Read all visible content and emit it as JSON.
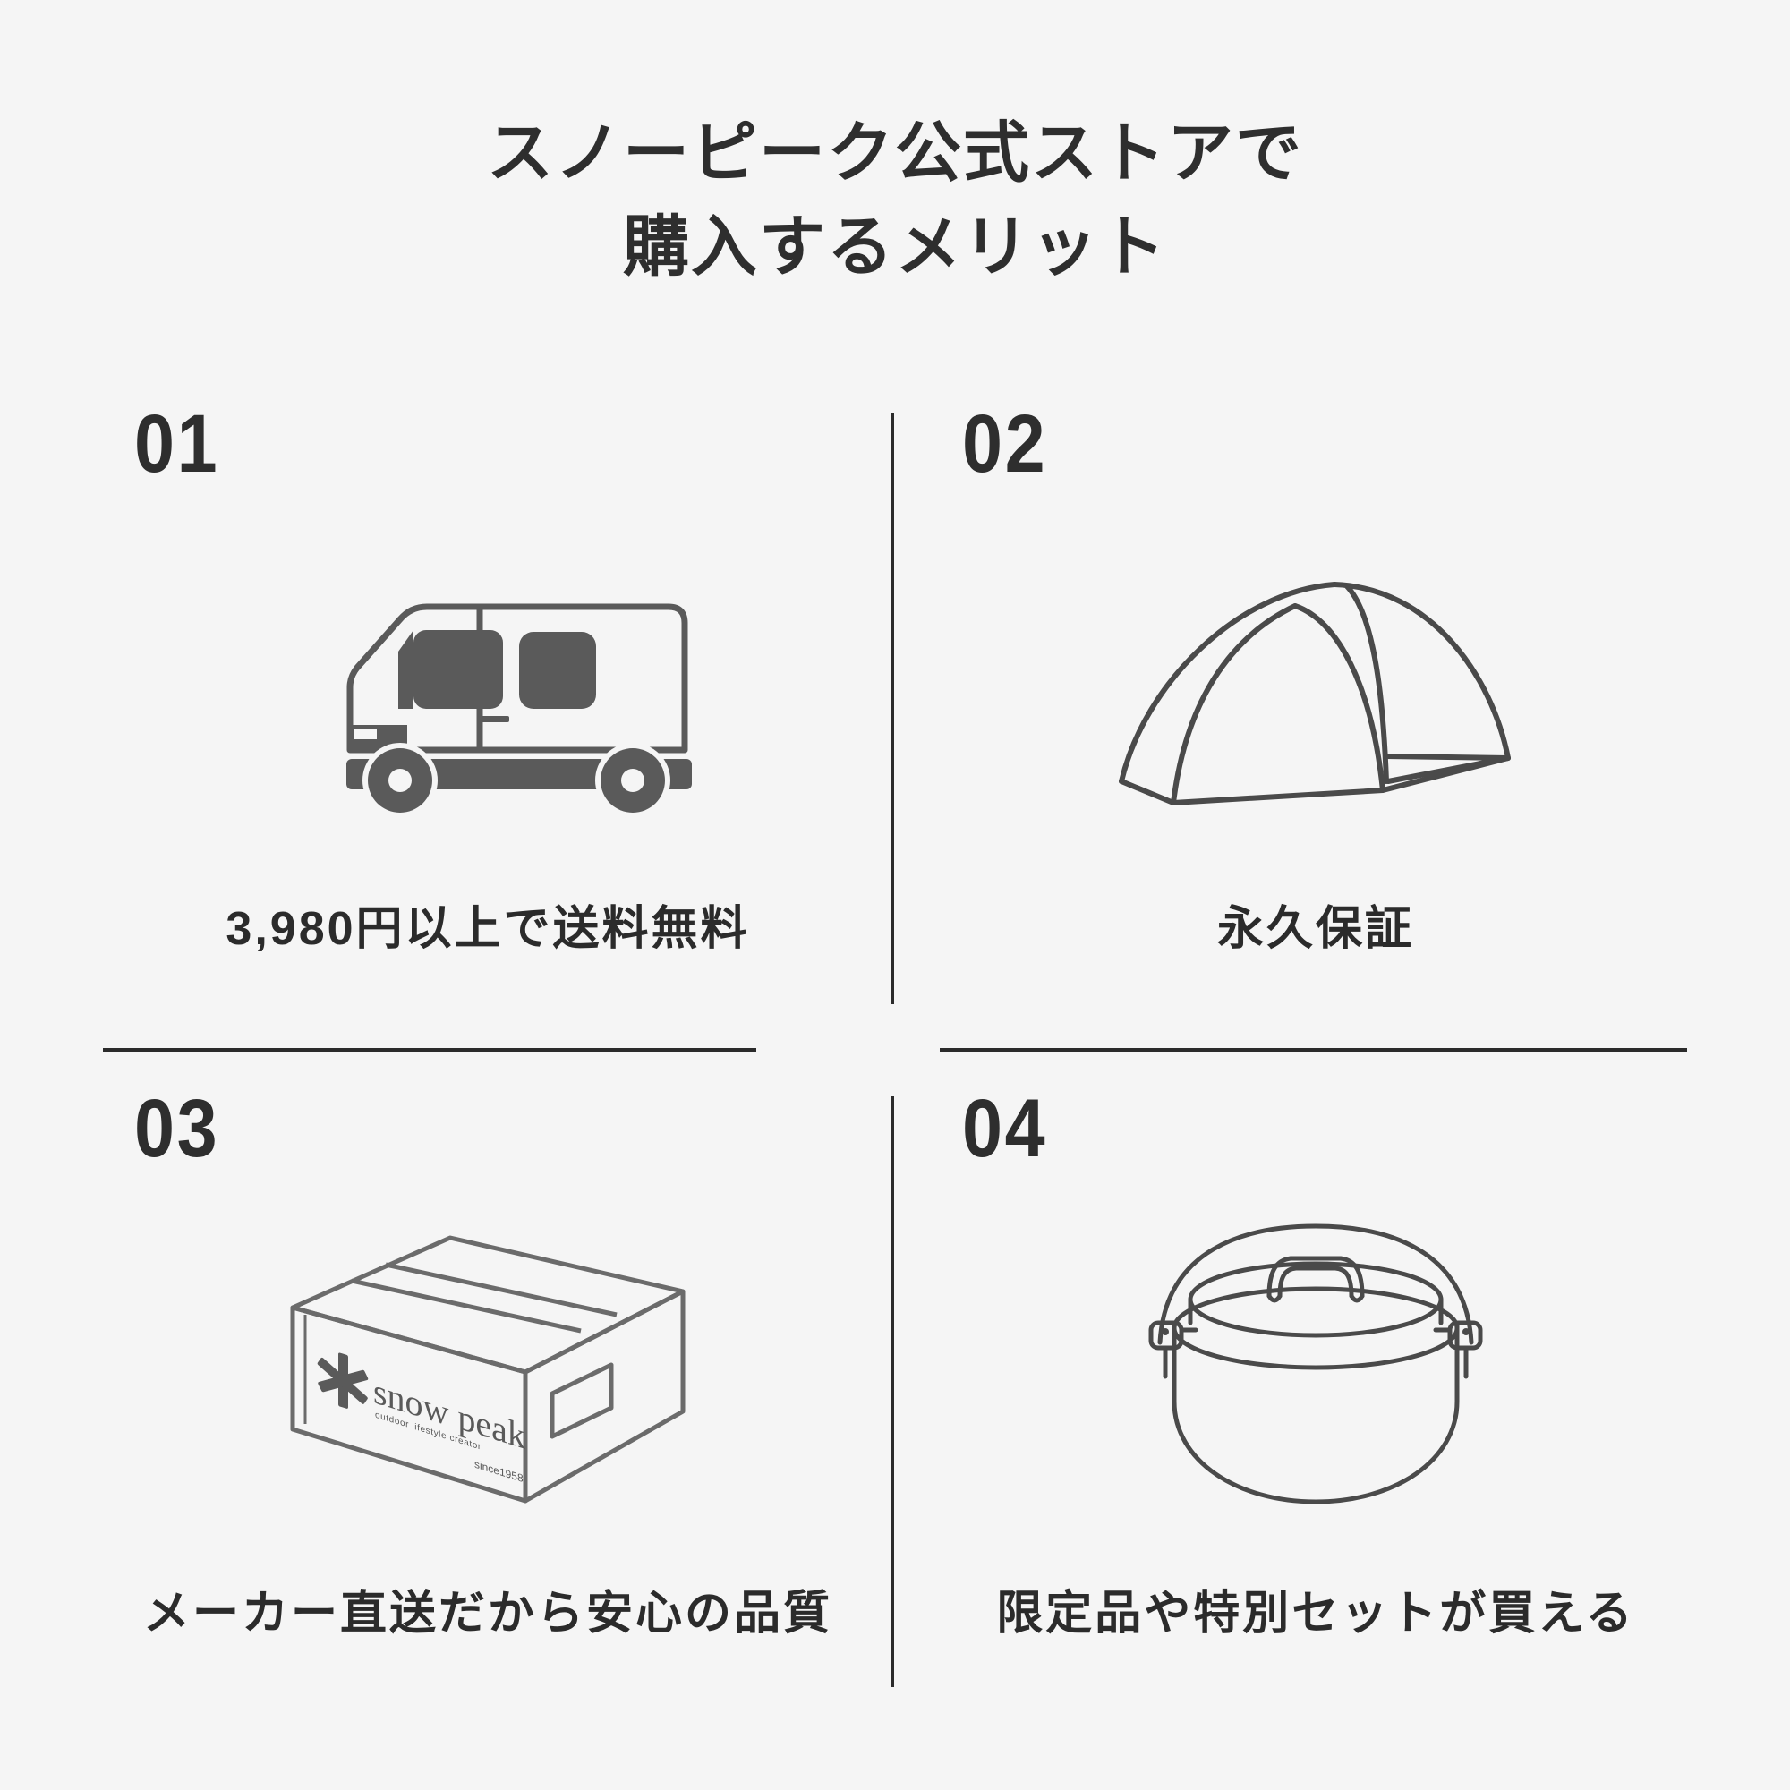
{
  "heading": {
    "line1": "スノーピーク公式ストアで",
    "line2": "購入するメリット"
  },
  "colors": {
    "background": "#f5f5f5",
    "text": "#2b2b2b",
    "icon_line": "#4a4a4a",
    "icon_fill": "#5a5a5a",
    "divider": "#2b2b2b"
  },
  "benefits": [
    {
      "number": "01",
      "icon": "delivery-truck-icon",
      "caption": "3,980円以上で送料無料"
    },
    {
      "number": "02",
      "icon": "dome-tent-icon",
      "caption": "永久保証"
    },
    {
      "number": "03",
      "icon": "shipping-box-icon",
      "caption": "メーカー直送だから安心の品質"
    },
    {
      "number": "04",
      "icon": "cooking-pot-icon",
      "caption": "限定品や特別セットが買える"
    }
  ],
  "box_logo": {
    "brand": "snow peak",
    "tagline": "outdoor lifestyle creator",
    "since": "since1958",
    "mark": "asterisk-snowflake-icon"
  }
}
